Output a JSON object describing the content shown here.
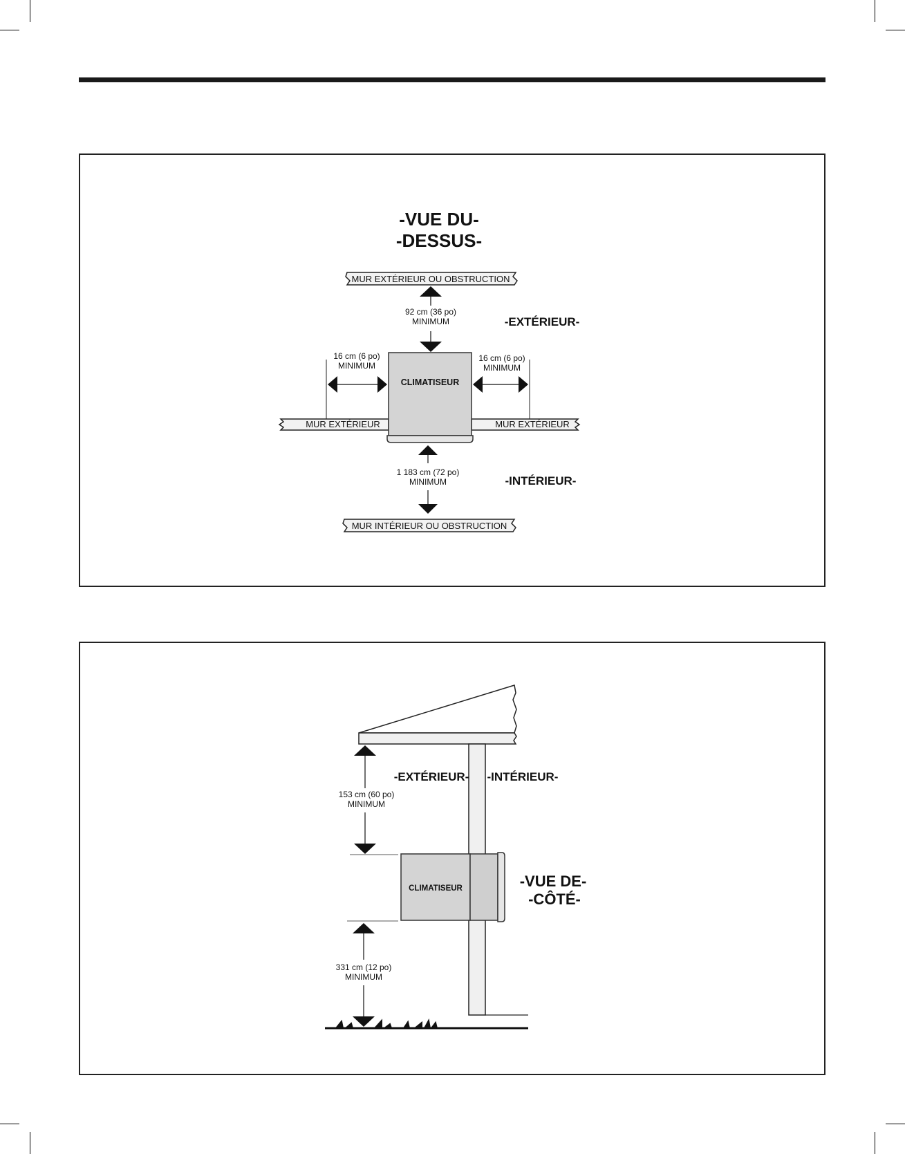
{
  "top_view": {
    "title_line1": "-VUE DU-",
    "title_line2": "-DESSUS-",
    "top_wall_label": "MUR EXTÉRIEUR OU OBSTRUCTION",
    "bottom_wall_label": "MUR INTÉRIEUR OU OBSTRUCTION",
    "left_wall_label": "MUR EXTÉRIEUR",
    "right_wall_label": "MUR EXTÉRIEUR",
    "unit_label": "CLIMATISEUR",
    "exterior_label": "-EXTÉRIEUR-",
    "interior_label": "-INTÉRIEUR-",
    "clearance_top": {
      "value": "92 cm (36 po)",
      "note": "MINIMUM"
    },
    "clearance_bottom": {
      "value": "1 183 cm (72 po)",
      "note": "MINIMUM"
    },
    "clearance_left": {
      "value": "16 cm (6 po)",
      "note": "MINIMUM"
    },
    "clearance_right": {
      "value": "16 cm (6 po)",
      "note": "MINIMUM"
    }
  },
  "side_view": {
    "title_line1": "-VUE DE-",
    "title_line2": "-CÔTÉ-",
    "unit_label": "CLIMATISEUR",
    "exterior_label": "-EXTÉRIEUR-",
    "interior_label": "-INTÉRIEUR-",
    "clearance_above": {
      "value": "153 cm (60 po)",
      "note": "MINIMUM"
    },
    "clearance_below": {
      "value": "331 cm (12 po)",
      "note": "MINIMUM"
    }
  }
}
